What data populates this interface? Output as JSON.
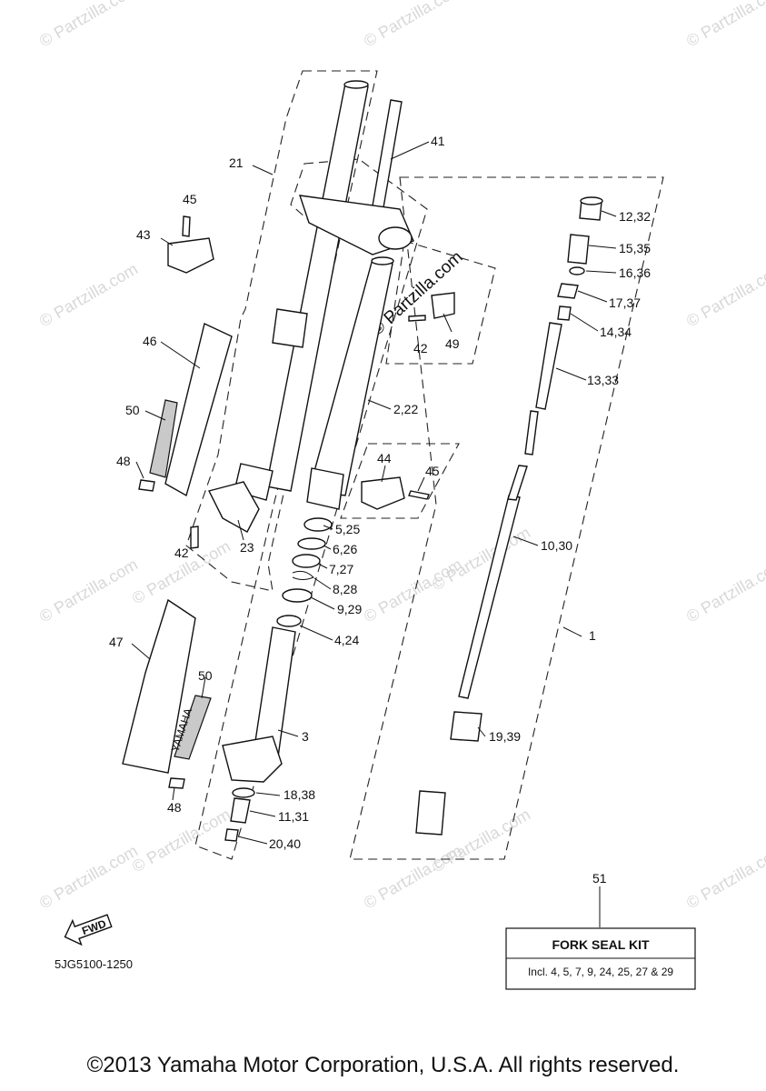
{
  "watermark": "© Partzilla.com",
  "callouts": {
    "c21": "21",
    "c41": "41",
    "c45a": "45",
    "c43": "43",
    "c12": "12,32",
    "c15": "15,35",
    "c16": "16,36",
    "c17": "17,37",
    "c14": "14,34",
    "c13": "13,33",
    "c42a": "42",
    "c49": "49",
    "c46": "46",
    "c2": "2,22",
    "c50a": "50",
    "c48a": "48",
    "c44": "44",
    "c45b": "45",
    "c23": "23",
    "c42b": "42",
    "c5": "5,25",
    "c6": "6,26",
    "c7": "7,27",
    "c8": "8,28",
    "c9": "9,29",
    "c4": "4,24",
    "c10": "10,30",
    "c1": "1",
    "c47": "47",
    "c50b": "50",
    "c3": "3",
    "c19": "19,39",
    "c18": "18,38",
    "c11": "11,31",
    "c48b": "48",
    "c20": "20,40",
    "c51": "51"
  },
  "kit": {
    "title": "FORK SEAL KIT",
    "subtitle": "Incl. 4, 5, 7, 9, 24, 25, 27 & 29"
  },
  "fwd_label": "FWD",
  "emblem_text": "YAMAHA",
  "diagram_code": "5JG5100-1250",
  "copyright": "©2013 Yamaha Motor Corporation, U.S.A. All rights reserved."
}
